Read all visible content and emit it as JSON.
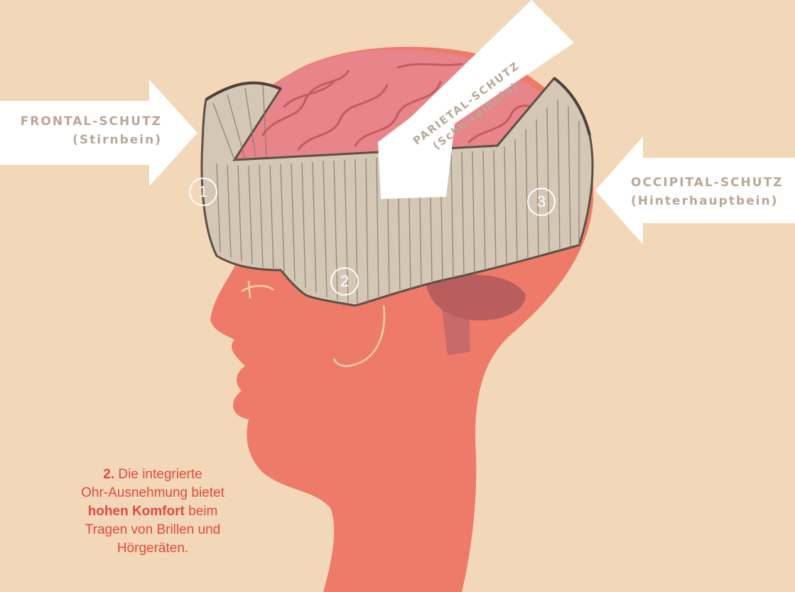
{
  "labels": {
    "frontal": {
      "title": "FRONTAL-SCHUTZ",
      "subtitle": "(Stirnbein)"
    },
    "parietal": {
      "title": "PARIETAL-SCHUTZ",
      "subtitle": "(Scheitelbein)"
    },
    "occipital": {
      "title": "OCCIPITAL-SCHUTZ",
      "subtitle": "(Hinterhauptbein)"
    }
  },
  "badges": {
    "one": "1",
    "two": "2",
    "three": "3"
  },
  "caption": {
    "number": "2.",
    "line1": "Die integrierte",
    "line2": "Ohr-Ausnehmung bietet",
    "bold": "hohen Komfort",
    "line3_rest": "beim",
    "line4": "Tragen von Brillen und",
    "line5": "Hörgeräten."
  },
  "colors": {
    "background": "#f2d8b8",
    "head": "#ee7b6a",
    "brain": "#e8858a",
    "band": "#d4c7b6",
    "arrow": "#ffffff",
    "label_text": "#b9a896",
    "caption_text": "#e2493f"
  }
}
